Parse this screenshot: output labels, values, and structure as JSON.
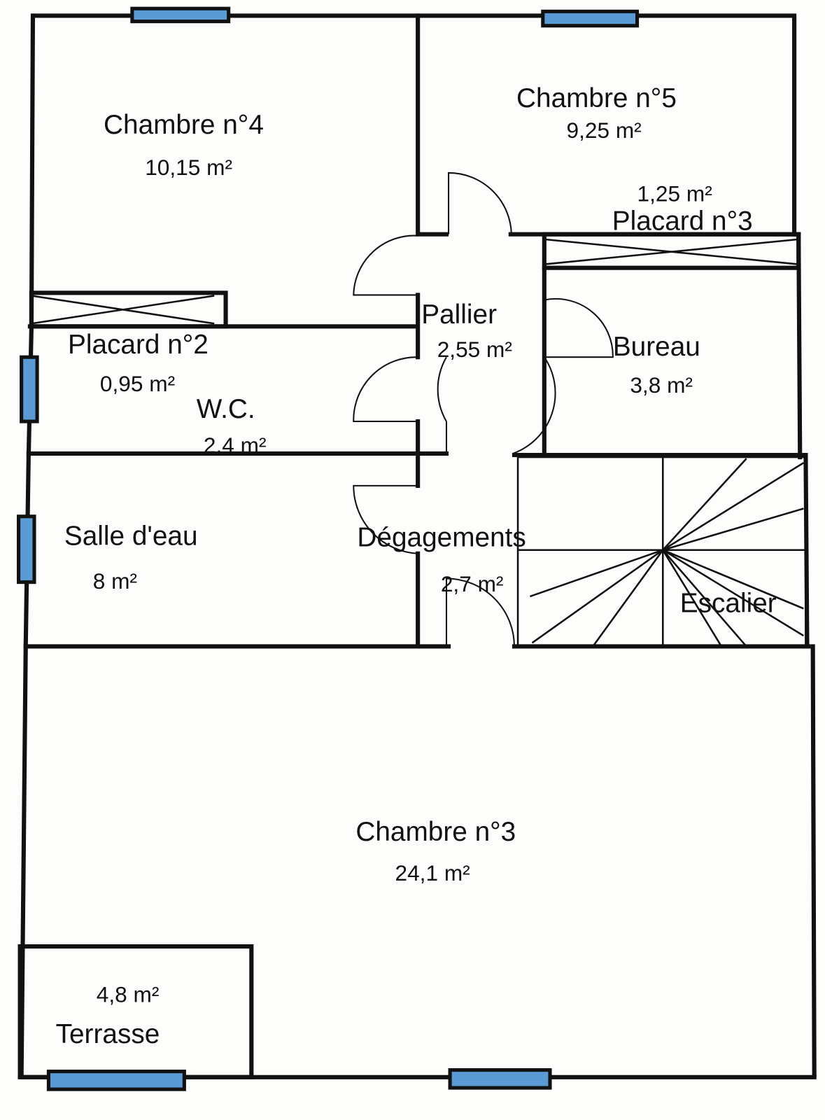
{
  "title": "Floor plan",
  "colors": {
    "window": "#5b9bd5",
    "wall": "#111111",
    "background": "#fdfdfb"
  },
  "rooms": {
    "chambre4": {
      "name": "Chambre n°4",
      "area": "10,15  m²"
    },
    "chambre5": {
      "name": "Chambre n°5",
      "area": "9,25  m²"
    },
    "placard3": {
      "name": "Placard n°3",
      "area": "1,25  m²"
    },
    "placard2": {
      "name": "Placard n°2",
      "area": "0,95  m²"
    },
    "pallier": {
      "name": "Pallier",
      "area": "2,55  m²"
    },
    "bureau": {
      "name": "Bureau",
      "area": "3,8  m²"
    },
    "wc": {
      "name": "W.C.",
      "area": "2,4  m²"
    },
    "salle_deau": {
      "name": "Salle d'eau",
      "area": "8  m²"
    },
    "degagements": {
      "name": "Dégagements",
      "area": "2,7  m²"
    },
    "escalier": {
      "name": "Escalier"
    },
    "chambre3": {
      "name": "Chambre n°3",
      "area": "24,1  m²"
    },
    "terrasse": {
      "name": "Terrasse",
      "area": "4,8  m²"
    }
  }
}
